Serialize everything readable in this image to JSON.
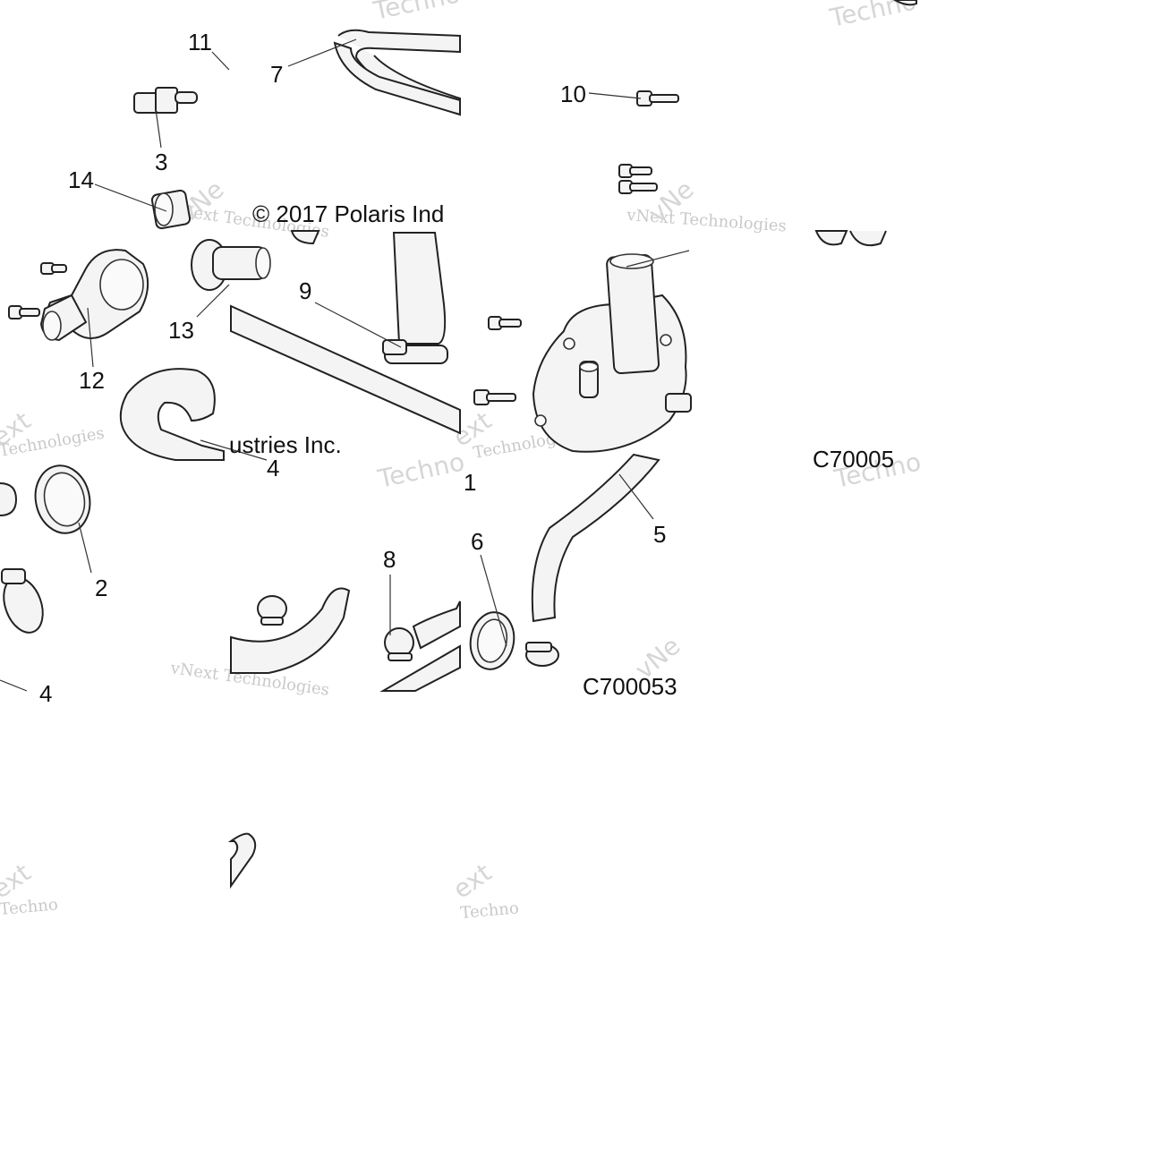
{
  "diagram": {
    "copyright_left": "© 2017 Polaris Ind",
    "copyright_right": "ustries Inc.",
    "code_bottom": "C700053",
    "code_right_partial": "C70005",
    "watermarks": {
      "tech": "Technologies",
      "vnext": "vNext Technologies",
      "vnext_short": "vNe",
      "ext": "ext",
      "techno_short": "Techno"
    },
    "callouts": [
      "1",
      "2",
      "3",
      "4",
      "5",
      "6",
      "7",
      "8",
      "9",
      "10",
      "11",
      "12",
      "13",
      "14"
    ],
    "partial_callout": "4"
  }
}
